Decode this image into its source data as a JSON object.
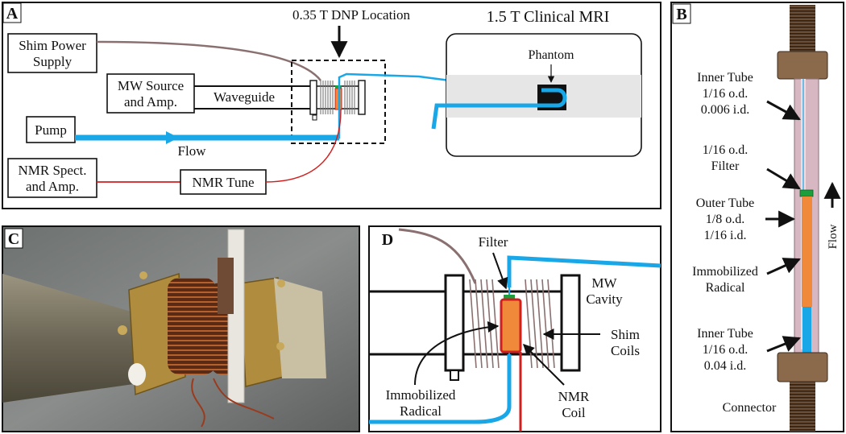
{
  "panels": {
    "a": {
      "letter": "A",
      "dnp_location": "0.35 T DNP Location",
      "mri_title": "1.5 T Clinical MRI",
      "phantom": "Phantom",
      "shim_power_line1": "Shim Power",
      "shim_power_line2": "Supply",
      "mw_line1": "MW Source",
      "mw_line2": "and Amp.",
      "waveguide": "Waveguide",
      "pump": "Pump",
      "flow": "Flow",
      "nmr_spect_line1": "NMR Spect.",
      "nmr_spect_line2": "and Amp.",
      "nmr_tune": "NMR Tune"
    },
    "b": {
      "letter": "B",
      "inner_top": [
        "Inner Tube",
        "1/16 o.d.",
        "0.006 i.d."
      ],
      "filter": [
        "1/16 o.d.",
        "Filter"
      ],
      "outer": [
        "Outer Tube",
        "1/8 o.d.",
        "1/16 i.d."
      ],
      "radical": [
        "Immobilized",
        "Radical"
      ],
      "inner_bottom": [
        "Inner Tube",
        "1/16 o.d.",
        "0.04 i.d."
      ],
      "connector": "Connector",
      "flow": "Flow"
    },
    "c": {
      "letter": "C"
    },
    "d": {
      "letter": "D",
      "filter": "Filter",
      "mw_cavity": [
        "MW",
        "Cavity"
      ],
      "shim_coils": [
        "Shim",
        "Coils"
      ],
      "radical": [
        "Immobilized",
        "Radical"
      ],
      "nmr_coil": [
        "NMR",
        "Coil"
      ]
    }
  },
  "colors": {
    "flow_line": "#1aa7e8",
    "nmr_line": "#d11f1f",
    "shim_line": "#8a7070",
    "radical": "#f08a3a",
    "filter": "#1c9e3c",
    "tube": "#d7b8c2",
    "connector": "#8b6a4c",
    "mri_bore": "#e6e6e6"
  }
}
